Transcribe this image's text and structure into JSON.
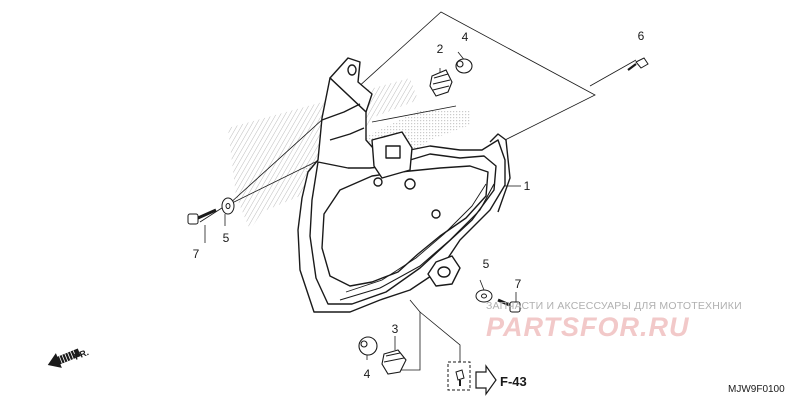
{
  "diagram": {
    "callouts": [
      {
        "id": "c1",
        "text": "1"
      },
      {
        "id": "c2",
        "text": "2"
      },
      {
        "id": "c3",
        "text": "3"
      },
      {
        "id": "c4a",
        "text": "4"
      },
      {
        "id": "c4b",
        "text": "4"
      },
      {
        "id": "c5a",
        "text": "5"
      },
      {
        "id": "c5b",
        "text": "5"
      },
      {
        "id": "c6",
        "text": "6"
      },
      {
        "id": "c7a",
        "text": "7"
      },
      {
        "id": "c7b",
        "text": "7"
      }
    ],
    "direction_label": "FR.",
    "reference_label": "F-43",
    "drawing_code": "MJW9F0100"
  },
  "watermark": {
    "tagline": "ЗАПЧАСТИ И АКСЕССУАРЫ ДЛЯ МОТОТЕХНИКИ",
    "logo": "PARTSFOR.RU",
    "accent_color": "#e03a3a"
  },
  "colors": {
    "line": "#1a1a1a",
    "hatch": "#9a9a9a"
  }
}
